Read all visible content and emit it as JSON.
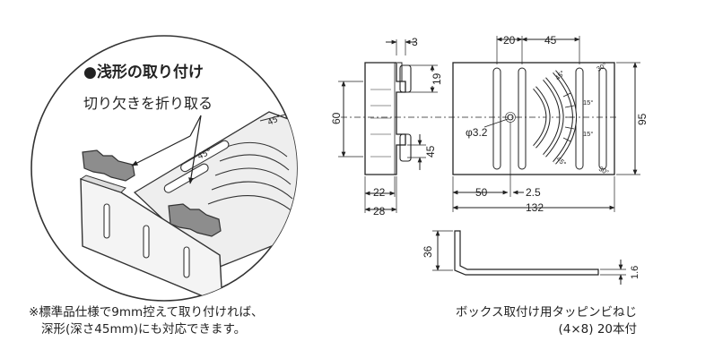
{
  "detail": {
    "title": "●浅形の取り付け",
    "instruction": "切り欠きを折り取る",
    "angle_mark_a": "45°",
    "angle_mark_b": "45°"
  },
  "drawing": {
    "dim_3": "3",
    "dim_20": "20",
    "dim_45_top": "45",
    "dim_19": "19",
    "dim_60": "60",
    "dim_95": "95",
    "dim_45_side": "45",
    "dim_hole": "φ3.2",
    "dim_22": "22",
    "dim_28": "28",
    "dim_50": "50",
    "dim_2_5": "2.5",
    "dim_132": "132",
    "dim_36": "36",
    "dim_1_6": "1.6",
    "angle_labels": [
      "45°",
      "15°",
      "30°",
      "15°",
      "30°",
      "45°"
    ]
  },
  "notes": {
    "left_line1": "※標準品仕様で9mm控えて取り付ければ、",
    "left_line2": "深形(深さ45mm)にも対応できます。",
    "right_line1": "ボックス取付け用タッピンビねじ",
    "right_line2": "(4×8) 20本付"
  }
}
